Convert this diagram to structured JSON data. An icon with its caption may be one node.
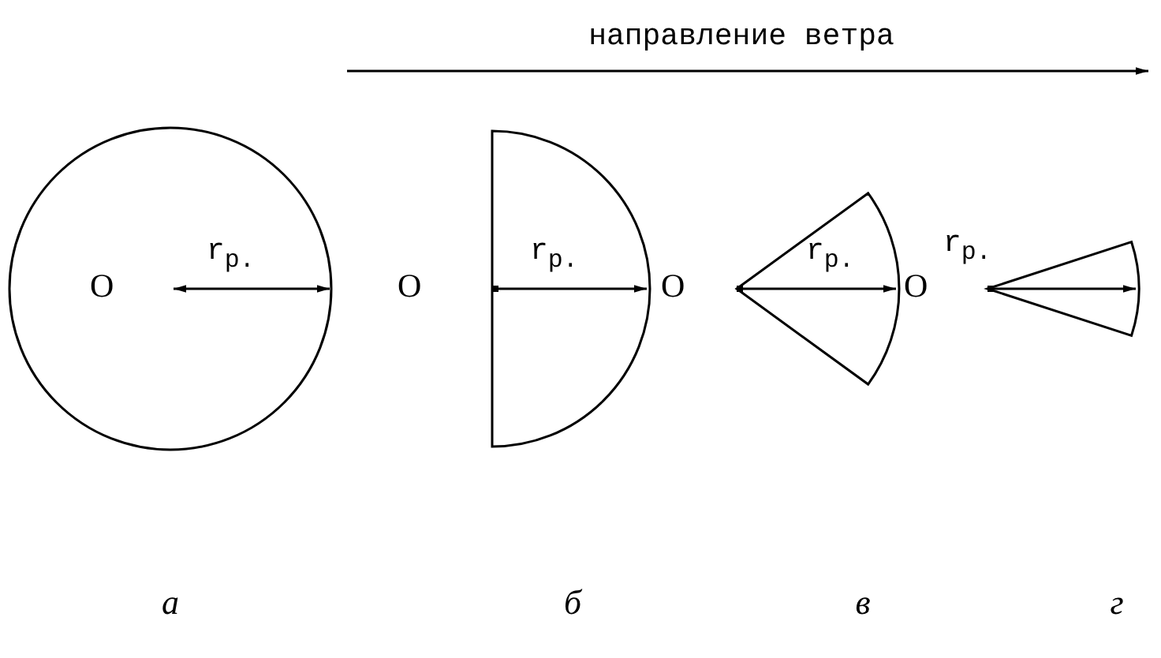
{
  "diagram": {
    "labels": [
      "направление ветра",
      "O",
      "r$_{p.}$",
      "O",
      "r$_{p.}$",
      "O",
      "r$_{p.}$",
      "O",
      "r$_{p.}$",
      "а",
      "б",
      "в",
      "г"
    ]
  }
}
